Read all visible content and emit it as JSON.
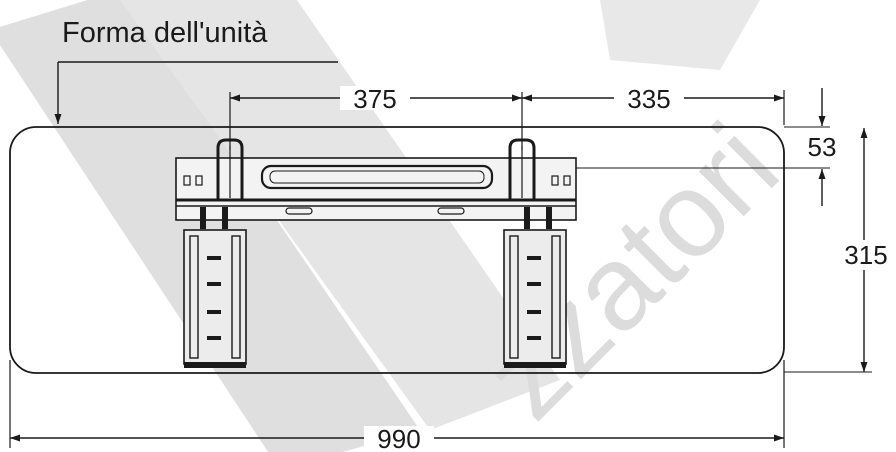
{
  "title": "Forma dell'unità",
  "watermark_text": "zzatori",
  "dimensions": {
    "bracket_spacing": "375",
    "bracket_to_edge": "335",
    "top_offset": "53",
    "unit_height": "315",
    "unit_width": "990"
  },
  "colors": {
    "line": "#1a1a1a",
    "watermark": "#d8d8d8",
    "panel_fill": "#ececec"
  }
}
